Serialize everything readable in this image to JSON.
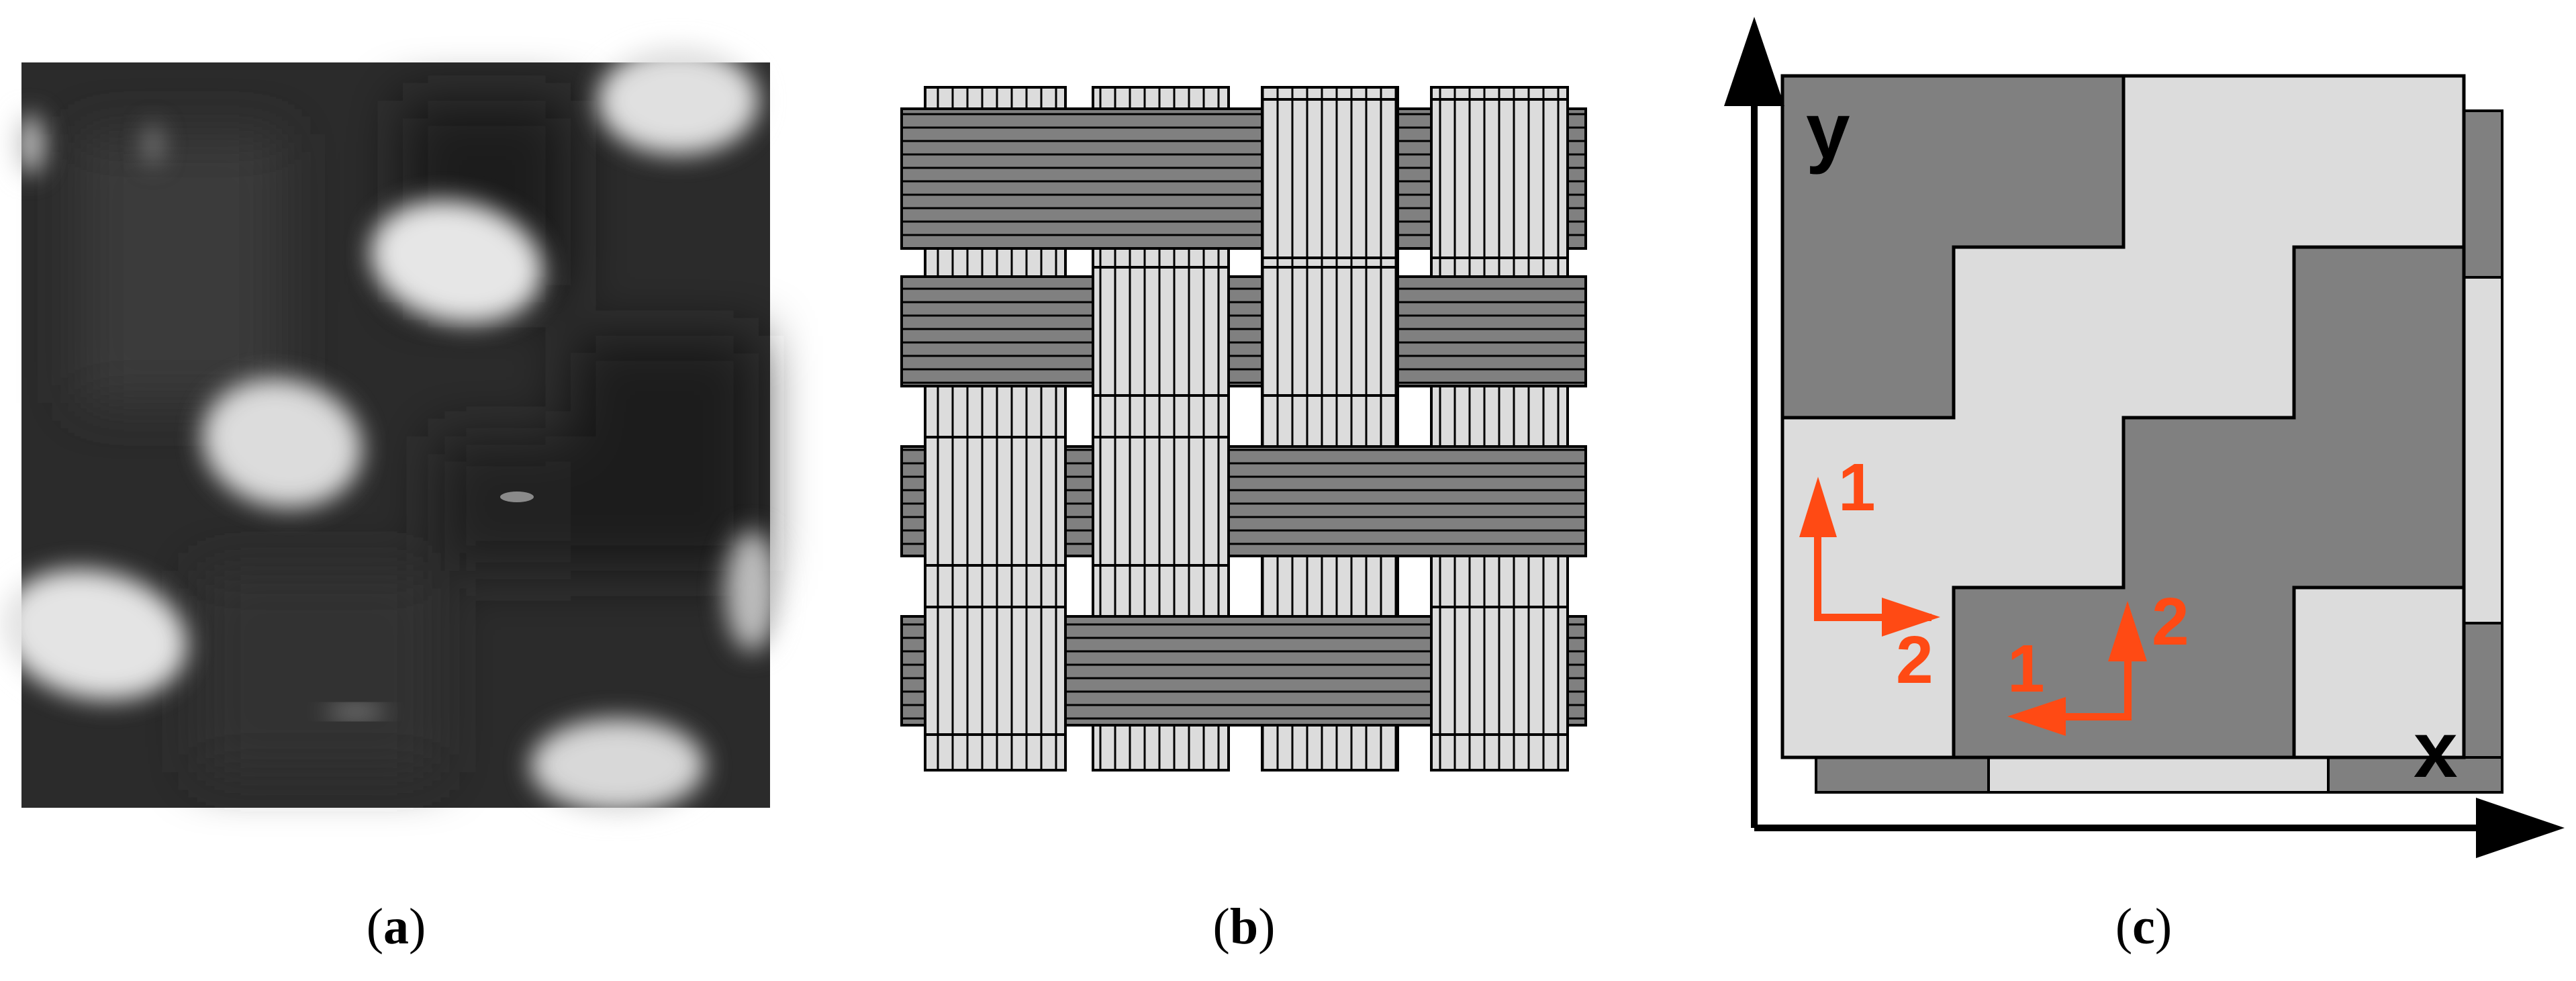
{
  "panels": [
    {
      "id": "a",
      "caption_open": "(",
      "caption_letter": "a",
      "caption_close": ")"
    },
    {
      "id": "b",
      "caption_open": "(",
      "caption_letter": "b",
      "caption_close": ")"
    },
    {
      "id": "c",
      "caption_open": "(",
      "caption_letter": "c",
      "caption_close": ")"
    }
  ],
  "panel_c": {
    "axis_y_label": "y",
    "axis_x_label": "x",
    "direction_labels": {
      "left_dir1": "1",
      "left_dir2": "2",
      "right_dir1": "1",
      "right_dir2": "2"
    }
  },
  "colors": {
    "dark_fill": "#808080",
    "light_fill": "#dcdcdc",
    "outline": "#000000",
    "arrow_orange": "#ff4a14",
    "micrograph_bg": "#2a2a2a"
  }
}
